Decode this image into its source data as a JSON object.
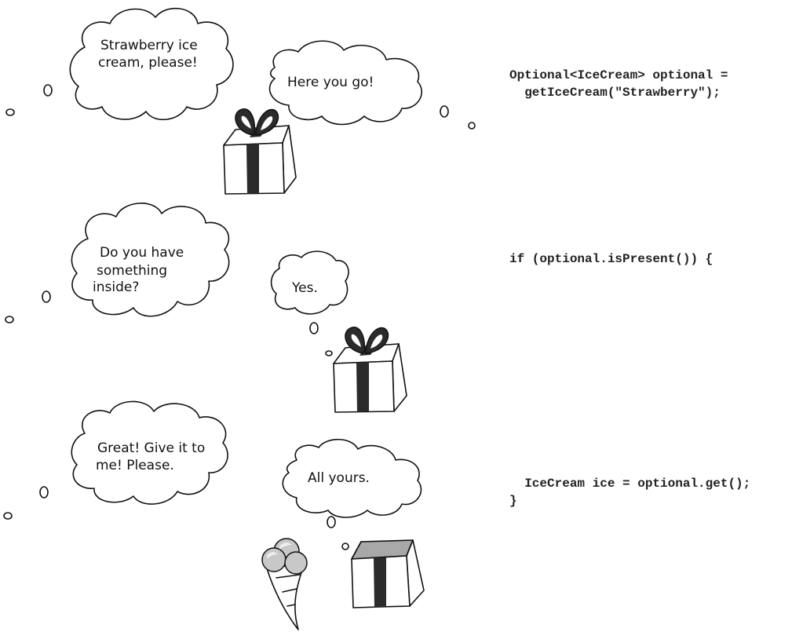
{
  "scene1": {
    "customer_line1": "Strawberry ice",
    "customer_line2": "cream, please!",
    "box_reply": "Here you go!",
    "code_line1": "Optional<IceCream> optional =",
    "code_line2": "  getIceCream(\"Strawberry\");"
  },
  "scene2": {
    "customer_line1": "Do you have",
    "customer_line2": "something",
    "customer_line3": "inside?",
    "box_reply": "Yes.",
    "code_line1": "if (optional.isPresent()) {"
  },
  "scene3": {
    "customer_line1": "Great! Give it to",
    "customer_line2": "me! Please.",
    "box_reply": "All yours.",
    "code_line1": "  IceCream ice = optional.get();",
    "code_line2": "}"
  },
  "icons": {
    "bubble": "thought-bubble-icon",
    "gift": "gift-box-icon",
    "open_box": "open-box-icon",
    "ice_cream": "ice-cream-cone-icon"
  },
  "colors": {
    "ribbon": "#2b2b2b",
    "box_inside": "#a8a8a8",
    "scoop": "#c8c8c8"
  }
}
